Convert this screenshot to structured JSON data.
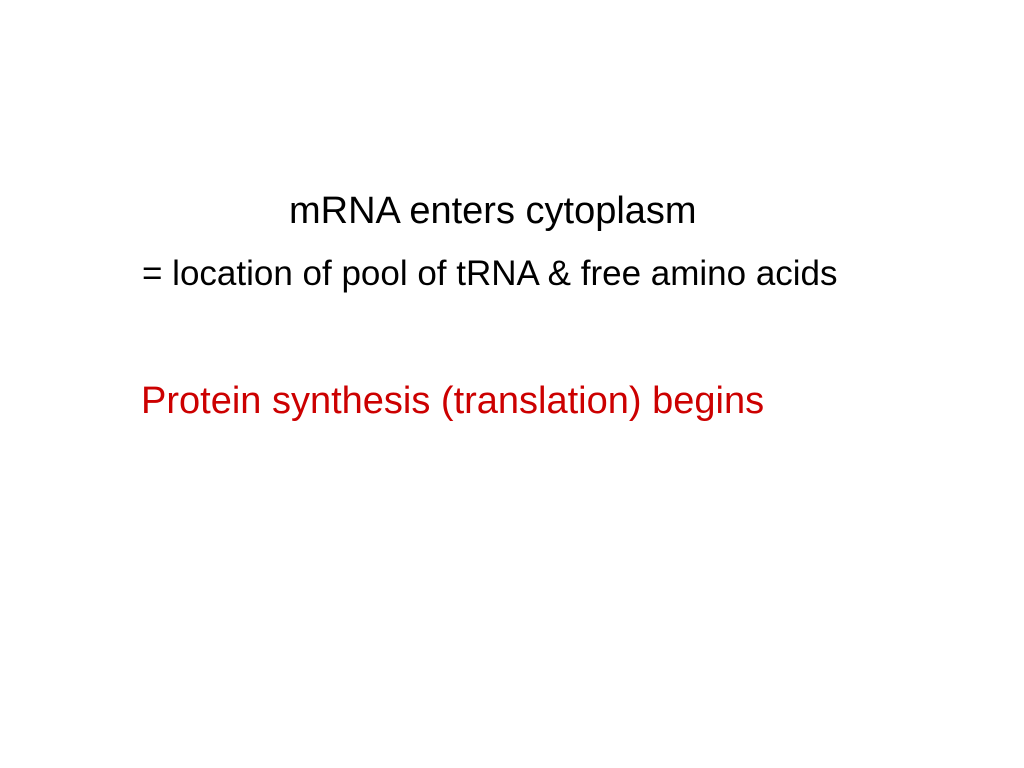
{
  "slide": {
    "line1": "mRNA enters cytoplasm",
    "line2": "= location of pool of tRNA & free amino acids",
    "line3": "Protein synthesis (translation) begins"
  },
  "colors": {
    "background": "#ffffff",
    "text": "#000000",
    "highlight": "#cc0000"
  }
}
